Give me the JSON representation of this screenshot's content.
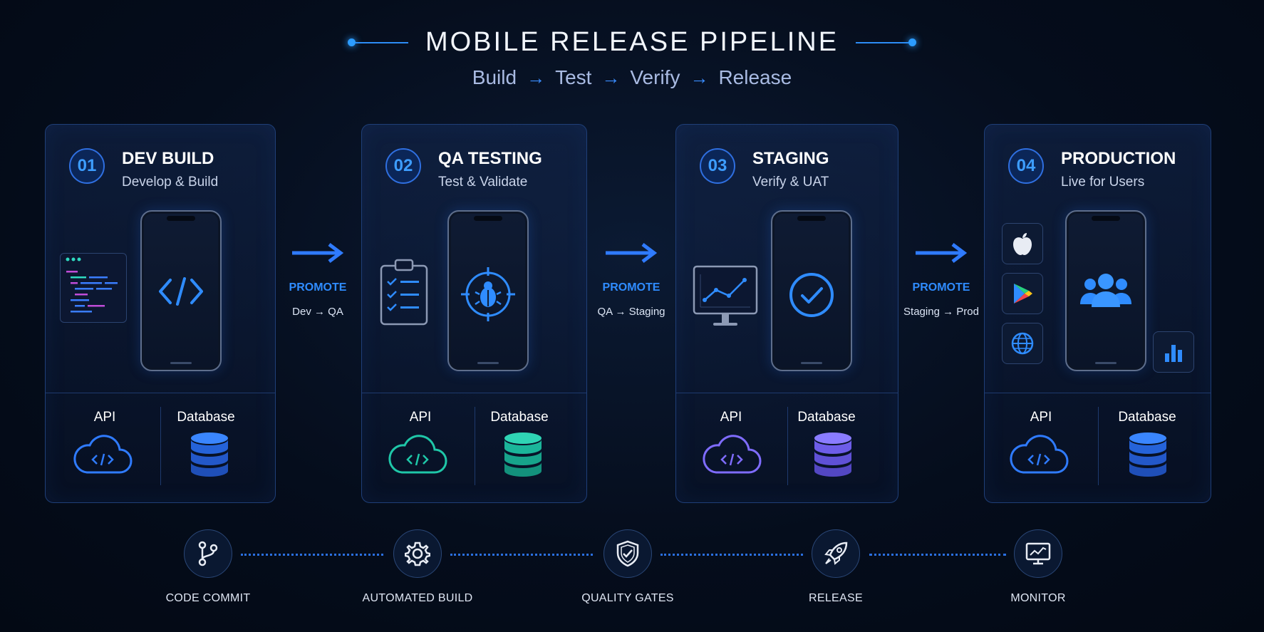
{
  "header": {
    "title": "MOBILE RELEASE PIPELINE",
    "flow": [
      "Build",
      "Test",
      "Verify",
      "Release"
    ],
    "arrow": "→"
  },
  "stages": [
    {
      "number": "01",
      "title": "DEV BUILD",
      "subtitle": "Develop & Build",
      "api": "API",
      "db": "Database",
      "accent": "#2f7bff"
    },
    {
      "number": "02",
      "title": "QA TESTING",
      "subtitle": "Test & Validate",
      "api": "API",
      "db": "Database",
      "accent": "#1fc7a8"
    },
    {
      "number": "03",
      "title": "STAGING",
      "subtitle": "Verify & UAT",
      "api": "API",
      "db": "Database",
      "accent": "#7f6cff"
    },
    {
      "number": "04",
      "title": "PRODUCTION",
      "subtitle": "Live for Users",
      "api": "API",
      "db": "Database",
      "accent": "#2f7bff"
    }
  ],
  "promotions": [
    {
      "label": "PROMOTE",
      "route": "Dev → QA"
    },
    {
      "label": "PROMOTE",
      "route": "QA → Staging"
    },
    {
      "label": "PROMOTE",
      "route": "Staging → Prod"
    }
  ],
  "steps": [
    {
      "label": "CODE COMMIT",
      "icon": "git-branch-icon"
    },
    {
      "label": "AUTOMATED BUILD",
      "icon": "gear-icon"
    },
    {
      "label": "QUALITY GATES",
      "icon": "shield-check-icon"
    },
    {
      "label": "RELEASE",
      "icon": "rocket-icon"
    },
    {
      "label": "MONITOR",
      "icon": "monitor-chart-icon"
    }
  ],
  "colors": {
    "accent": "#2f8cff",
    "background": "#050d1c",
    "card_border": "#1f3f78"
  }
}
